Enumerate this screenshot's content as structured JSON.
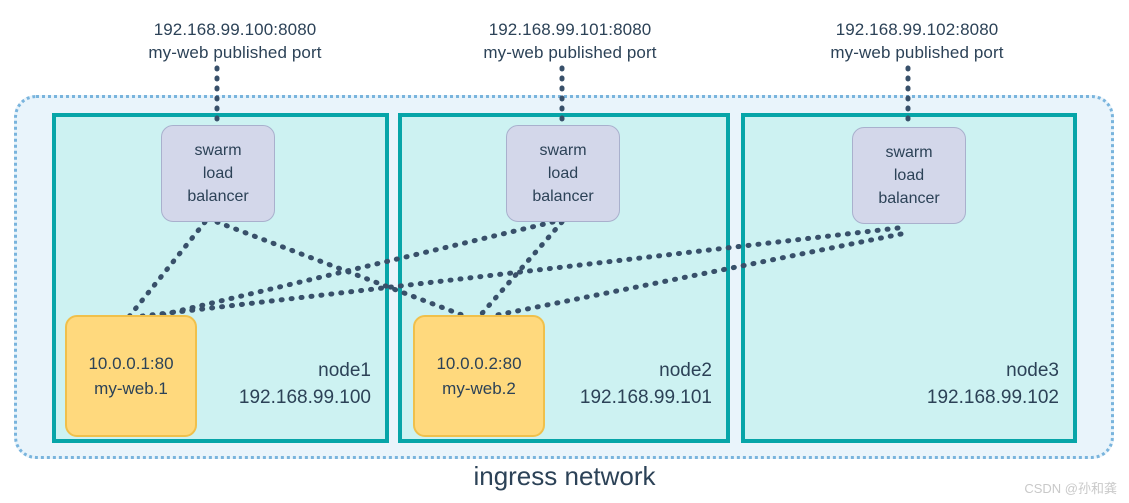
{
  "diagram": {
    "title": "ingress network",
    "watermark": "CSDN @孙和龚",
    "colors": {
      "ingress_fill": "#e9f4fb",
      "ingress_border": "#79b4dd",
      "node_fill": "#cdf2f2",
      "node_border": "#07a5a8",
      "loadbalancer_fill": "#d3d7ea",
      "loadbalancer_border": "#a9b0cd",
      "task_fill": "#ffd97d",
      "task_border": "#f0c04b",
      "text": "#2c4257",
      "link": "#38506a"
    }
  },
  "published_ports": [
    {
      "address": "192.168.99.100:8080",
      "description": "my-web published port"
    },
    {
      "address": "192.168.99.101:8080",
      "description": "my-web published port"
    },
    {
      "address": "192.168.99.102:8080",
      "description": "my-web published port"
    }
  ],
  "nodes": [
    {
      "name": "node1",
      "ip": "192.168.99.100",
      "load_balancer": {
        "line1": "swarm",
        "line2": "load",
        "line3": "balancer"
      },
      "task": {
        "address": "10.0.0.1:80",
        "name": "my-web.1"
      }
    },
    {
      "name": "node2",
      "ip": "192.168.99.101",
      "load_balancer": {
        "line1": "swarm",
        "line2": "load",
        "line3": "balancer"
      },
      "task": {
        "address": "10.0.0.2:80",
        "name": "my-web.2"
      }
    },
    {
      "name": "node3",
      "ip": "192.168.99.102",
      "load_balancer": {
        "line1": "swarm",
        "line2": "load",
        "line3": "balancer"
      },
      "task": null
    }
  ]
}
